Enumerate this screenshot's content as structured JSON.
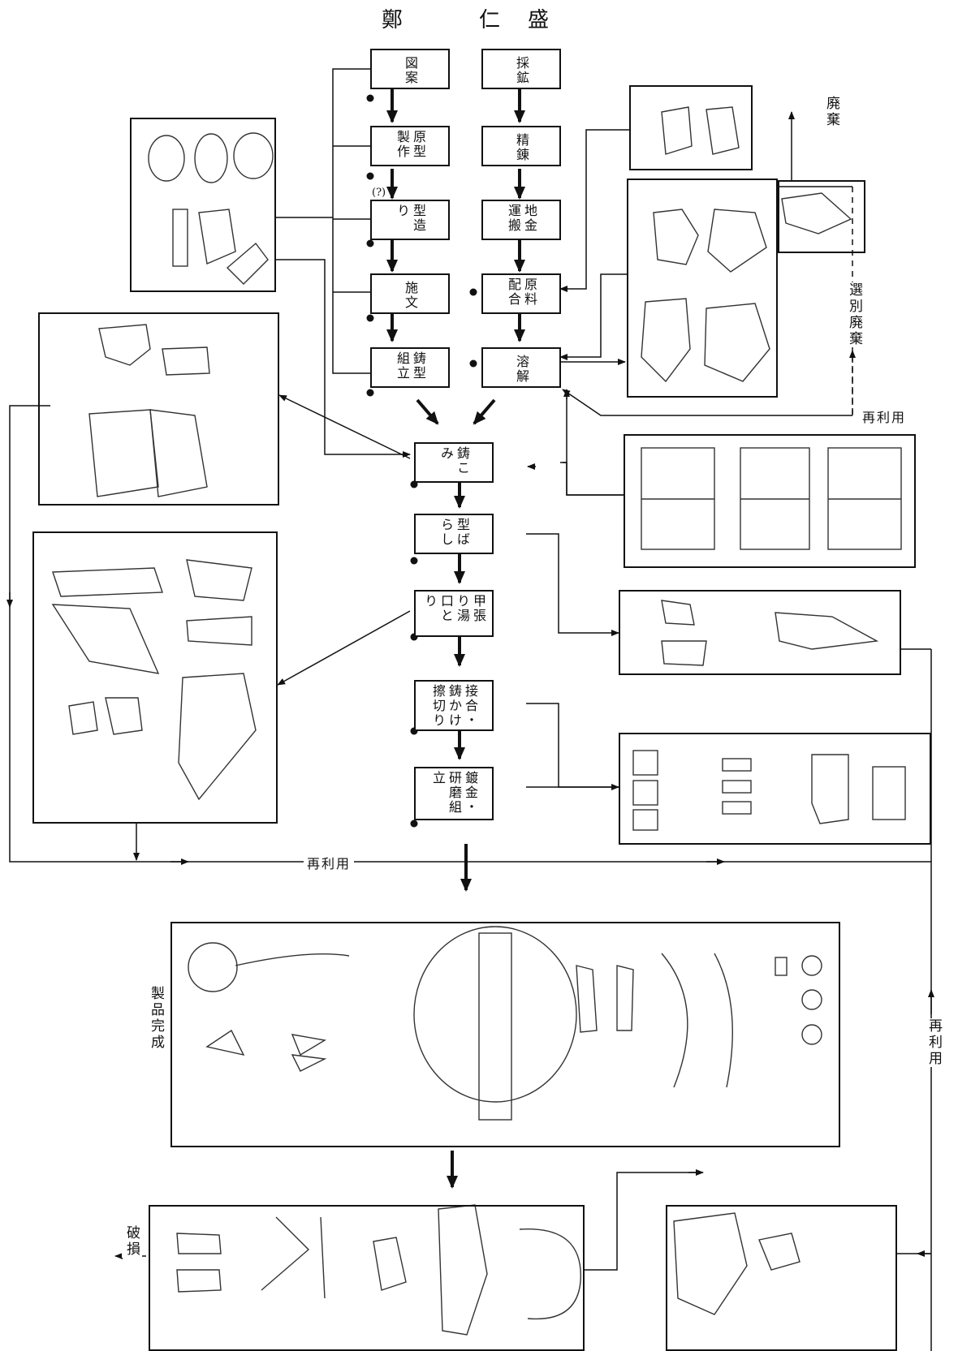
{
  "header": {
    "author": "鄭　仁盛"
  },
  "steps": {
    "zuan": "図案",
    "saiko": "採鉱",
    "genkei": "原型製作",
    "seiren": "精錬",
    "katazukuri": "型造り",
    "jigane": "地金運搬",
    "semon": "施文",
    "genryo": "原料配合",
    "igata": "鋳型組立",
    "yokai": "溶解",
    "ikomi": "鋳こみ",
    "katabarashi": "型ばらし",
    "yuguchi": "甲張り湯口とり",
    "setsugo": "接合・鋳かけ擦切り",
    "tokin": "鍍金・研磨組立"
  },
  "labels": {
    "question": "(?)",
    "haiki": "廃棄",
    "senbetsu": "選別廃棄",
    "reuse_top": "再利用",
    "reuse_mid": "再利用",
    "reuse_right": "再利用",
    "kansei": "製品完成",
    "hason": "破損"
  }
}
